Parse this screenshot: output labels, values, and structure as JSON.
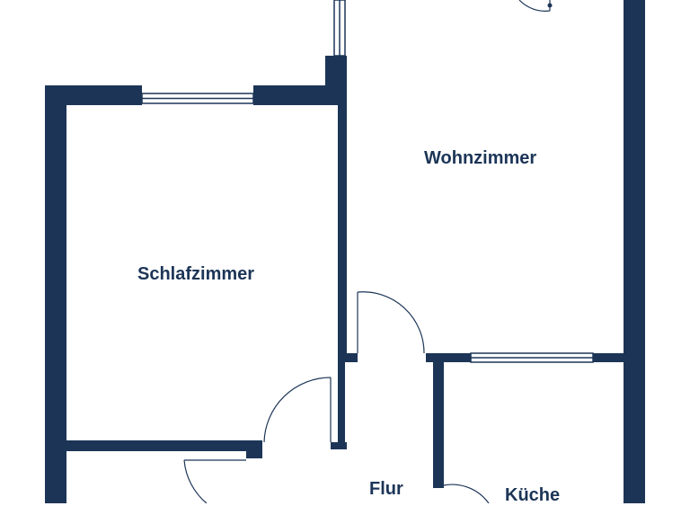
{
  "colors": {
    "wall": "#1c3557",
    "window_fill": "#ffffff",
    "background": "#ffffff"
  },
  "rooms": {
    "wohnzimmer": "Wohnzimmer",
    "schlafzimmer": "Schlafzimmer",
    "flur": "Flur",
    "kueche": "Küche"
  }
}
